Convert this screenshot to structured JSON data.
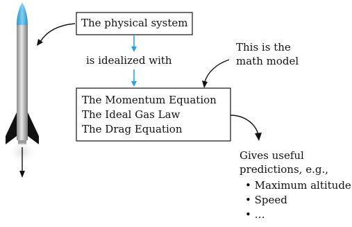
{
  "diagram": {
    "physical_system": "The physical system",
    "idealized_label": "is idealized with",
    "equations": [
      "The Momentum Equation",
      "The Ideal Gas Law",
      "The Drag Equation"
    ],
    "math_model_note": [
      "This is the",
      "math model"
    ],
    "predictions_intro": [
      "Gives useful",
      "predictions, e.g.,"
    ],
    "predictions": [
      "Maximum altitude",
      "Speed",
      "…"
    ],
    "bullet": "•"
  },
  "colors": {
    "stroke": "#111111",
    "flow_arrow": "#1ea7e0",
    "rocket_tip": "#3aa8e0",
    "rocket_fin": "#111111",
    "exhaust": "#c8c8c8"
  }
}
